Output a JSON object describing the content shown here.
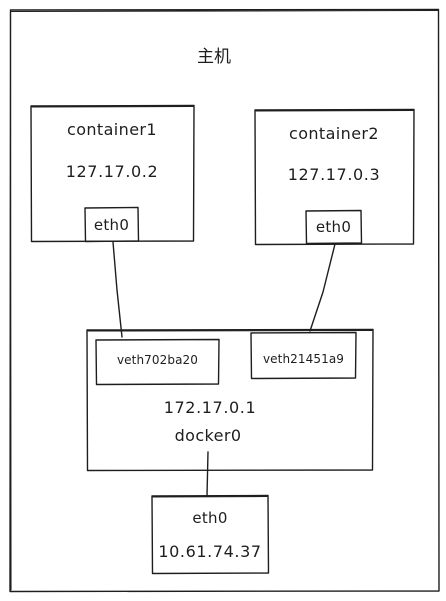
{
  "host": {
    "title": "主机"
  },
  "containers": [
    {
      "name": "container1",
      "ip": "127.17.0.2",
      "interface": "eth0"
    },
    {
      "name": "container2",
      "ip": "127.17.0.3",
      "interface": "eth0"
    }
  ],
  "bridge": {
    "ip": "172.17.0.1",
    "name": "docker0",
    "veth_left": "veth702ba20",
    "veth_right": "veth21451a9"
  },
  "host_nic": {
    "interface": "eth0",
    "ip": "10.61.74.37"
  }
}
